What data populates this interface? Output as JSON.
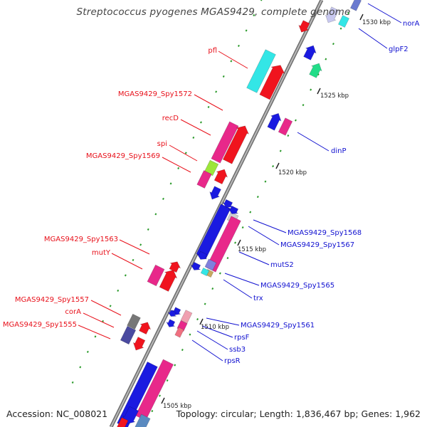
{
  "title": "Streptococcus pyogenes MGAS9429, complete genome",
  "footer": {
    "accession": "Accession: NC_008021",
    "topology": "Topology: circular; Length: 1,836,467 bp; Genes: 1,962"
  },
  "colors": {
    "forward_label": "#e8101a",
    "reverse_label": "#1010d0",
    "backbone": "#9a9a9a",
    "tick": "#2a9a2a",
    "kbp_label": "#222222"
  },
  "kbp_labels": [
    "1530 kbp",
    "1525 kbp",
    "1520 kbp",
    "1515 kbp",
    "1510 kbp",
    "1505 kbp"
  ],
  "gene_labels_left": [
    "pfl",
    "MGAS9429_Spy1572",
    "recD",
    "spi",
    "MGAS9429_Spy1569",
    "MGAS9429_Spy1563",
    "mutY",
    "MGAS9429_Spy1557",
    "corA",
    "MGAS9429_Spy1555"
  ],
  "gene_labels_right": [
    "norA",
    "glpF2",
    "dinP",
    "MGAS9429_Spy1568",
    "MGAS9429_Spy1567",
    "mutS2",
    "MGAS9429_Spy1565",
    "trx",
    "MGAS9429_Spy1561",
    "rpsF",
    "ssb3",
    "rpsR"
  ]
}
